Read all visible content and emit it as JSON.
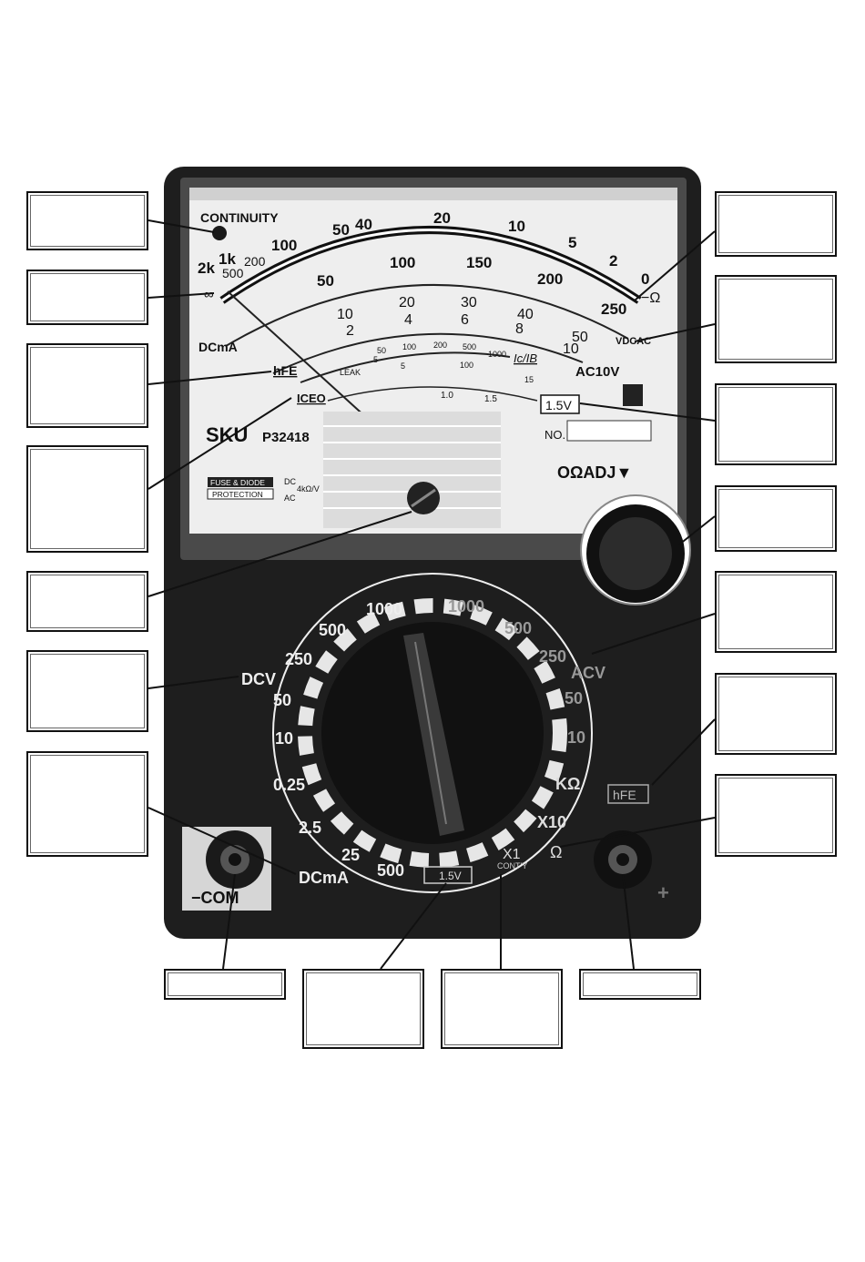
{
  "meter": {
    "continuity_label": "CONTINUITY",
    "ohm_scale": [
      "∞",
      "2k",
      "1k",
      "500",
      "200",
      "100",
      "50",
      "40",
      "20",
      "10",
      "5",
      "2",
      "0"
    ],
    "ohm_symbol": "−Ω",
    "dc_scale": [
      "50",
      "100",
      "150",
      "200",
      "250"
    ],
    "dc_scale_inner": [
      "10",
      "20",
      "30",
      "40",
      "50"
    ],
    "ac_scale": [
      "2",
      "4",
      "6",
      "8",
      "10"
    ],
    "vdcac_label": "VDCAC",
    "dcma_label": "DCmA",
    "ac10v_label": "AC10V",
    "hfe_label": "hFE",
    "hfe_scale": [
      "5",
      "50",
      "100",
      "200",
      "500",
      "1000"
    ],
    "icib_label": "Ic/IB",
    "leak_label": "LEAK",
    "leak_scale": [
      "5",
      "100",
      "15"
    ],
    "iceo_label": "ICEO",
    "batt_scale": [
      "1.0",
      "1.5"
    ],
    "batt_label": "1.5V",
    "sku_label": "SKU",
    "sku_number": "P32418",
    "no_label": "NO.",
    "fuse_line1": "FUSE & DIODE",
    "fuse_line2": "PROTECTION",
    "sens_dc": "DC",
    "sens_value": "4kΩ/V",
    "sens_ac": "AC",
    "ohm_adj_label": "OΩADJ▼"
  },
  "dial": {
    "dcv_label": "DCV",
    "dcv_ranges": [
      "1000",
      "500",
      "250",
      "50",
      "10"
    ],
    "acv_label": "ACV",
    "acv_ranges": [
      "1000",
      "500",
      "250",
      "50",
      "10"
    ],
    "dcma_label": "DCmA",
    "dcma_ranges": [
      "0.25",
      "2.5",
      "25",
      "500"
    ],
    "kohm_label": "KΩ",
    "hfe_label": "hFE",
    "x10_label": "X10",
    "ohm_label": "Ω",
    "x1_label": "X1",
    "conty_label": "CONT'Y",
    "batt_label": "1.5V",
    "com_label": "−COM",
    "plus_label": "+"
  },
  "colors": {
    "case": "#1e1e1e",
    "panel": "#2a2a2a",
    "dial_face": "#f2f2f2",
    "knob": "#1a1a1a"
  }
}
